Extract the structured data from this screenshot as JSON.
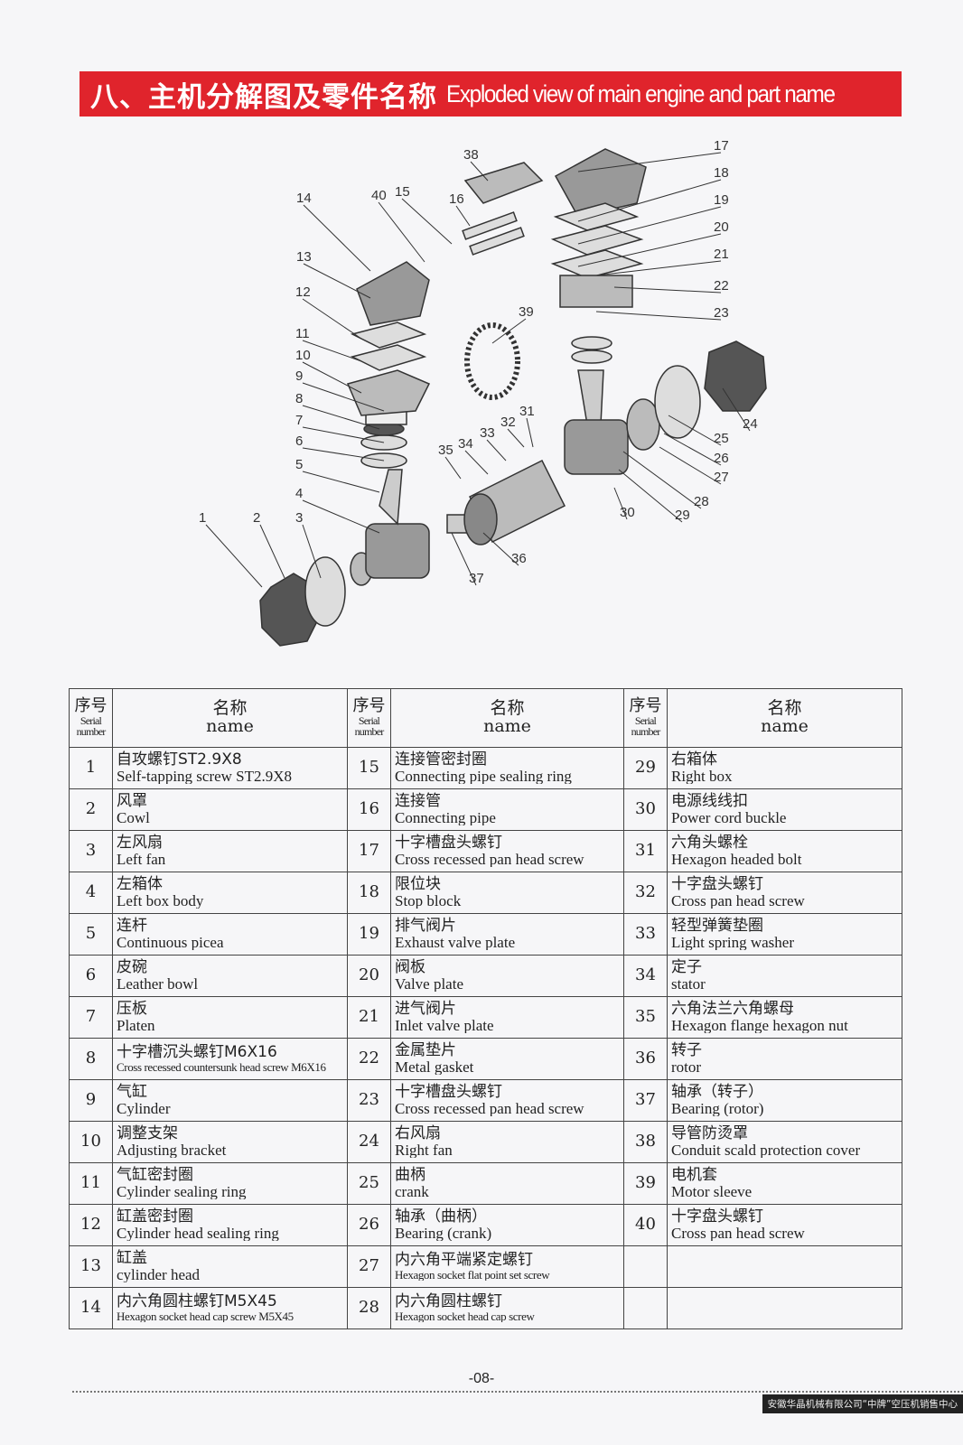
{
  "header": {
    "title_zh": "八、主机分解图及零件名称",
    "title_en": "Exploded view of main engine and part name"
  },
  "diagram": {
    "callouts": [
      "1",
      "2",
      "3",
      "4",
      "5",
      "6",
      "7",
      "8",
      "9",
      "10",
      "11",
      "12",
      "13",
      "14",
      "15",
      "16",
      "17",
      "18",
      "19",
      "20",
      "21",
      "22",
      "23",
      "24",
      "25",
      "26",
      "27",
      "28",
      "29",
      "30",
      "31",
      "32",
      "33",
      "34",
      "35",
      "36",
      "37",
      "38",
      "39",
      "40"
    ]
  },
  "table": {
    "header": {
      "serial_zh": "序号",
      "serial_en": "Serial number",
      "name_zh": "名称",
      "name_en": "name"
    },
    "parts": [
      {
        "no": "1",
        "zh": "自攻螺钉ST2.9X8",
        "en": "Self-tapping screw ST2.9X8"
      },
      {
        "no": "2",
        "zh": "风罩",
        "en": "Cowl"
      },
      {
        "no": "3",
        "zh": "左风扇",
        "en": "Left fan"
      },
      {
        "no": "4",
        "zh": "左箱体",
        "en": "Left box body"
      },
      {
        "no": "5",
        "zh": "连杆",
        "en": "Continuous picea"
      },
      {
        "no": "6",
        "zh": "皮碗",
        "en": "Leather bowl"
      },
      {
        "no": "7",
        "zh": "压板",
        "en": "Platen"
      },
      {
        "no": "8",
        "zh": "十字槽沉头螺钉M6X16",
        "en": "Cross recessed countersunk head screw M6X16"
      },
      {
        "no": "9",
        "zh": "气缸",
        "en": "Cylinder"
      },
      {
        "no": "10",
        "zh": "调整支架",
        "en": "Adjusting bracket"
      },
      {
        "no": "11",
        "zh": "气缸密封圈",
        "en": "Cylinder sealing ring"
      },
      {
        "no": "12",
        "zh": "缸盖密封圈",
        "en": "Cylinder head sealing ring"
      },
      {
        "no": "13",
        "zh": "缸盖",
        "en": "cylinder head"
      },
      {
        "no": "14",
        "zh": "内六角圆柱螺钉M5X45",
        "en": "Hexagon socket head cap screw M5X45"
      },
      {
        "no": "15",
        "zh": "连接管密封圈",
        "en": "Connecting pipe sealing ring"
      },
      {
        "no": "16",
        "zh": "连接管",
        "en": "Connecting pipe"
      },
      {
        "no": "17",
        "zh": "十字槽盘头螺钉",
        "en": "Cross recessed pan head screw"
      },
      {
        "no": "18",
        "zh": "限位块",
        "en": "Stop block"
      },
      {
        "no": "19",
        "zh": "排气阀片",
        "en": "Exhaust valve plate"
      },
      {
        "no": "20",
        "zh": "阀板",
        "en": "Valve plate"
      },
      {
        "no": "21",
        "zh": "进气阀片",
        "en": "Inlet valve plate"
      },
      {
        "no": "22",
        "zh": "金属垫片",
        "en": "Metal gasket"
      },
      {
        "no": "23",
        "zh": "十字槽盘头螺钉",
        "en": "Cross recessed pan head screw"
      },
      {
        "no": "24",
        "zh": "右风扇",
        "en": "Right fan"
      },
      {
        "no": "25",
        "zh": "曲柄",
        "en": "crank"
      },
      {
        "no": "26",
        "zh": "轴承（曲柄）",
        "en": "Bearing (crank)"
      },
      {
        "no": "27",
        "zh": "内六角平端紧定螺钉",
        "en": "Hexagon socket flat point set screw"
      },
      {
        "no": "28",
        "zh": "内六角圆柱螺钉",
        "en": "Hexagon socket head cap screw"
      },
      {
        "no": "29",
        "zh": "右箱体",
        "en": "Right box"
      },
      {
        "no": "30",
        "zh": "电源线线扣",
        "en": "Power cord buckle"
      },
      {
        "no": "31",
        "zh": "六角头螺栓",
        "en": "Hexagon headed bolt"
      },
      {
        "no": "32",
        "zh": "十字盘头螺钉",
        "en": "Cross pan head screw"
      },
      {
        "no": "33",
        "zh": "轻型弹簧垫圈",
        "en": "Light spring washer"
      },
      {
        "no": "34",
        "zh": "定子",
        "en": "stator"
      },
      {
        "no": "35",
        "zh": "六角法兰六角螺母",
        "en": "Hexagon flange hexagon nut"
      },
      {
        "no": "36",
        "zh": "转子",
        "en": "rotor"
      },
      {
        "no": "37",
        "zh": "轴承（转子）",
        "en": "Bearing (rotor)"
      },
      {
        "no": "38",
        "zh": "导管防烫罩",
        "en": "Conduit scald protection cover"
      },
      {
        "no": "39",
        "zh": "电机套",
        "en": "Motor sleeve"
      },
      {
        "no": "40",
        "zh": "十字盘头螺钉",
        "en": "Cross pan head screw"
      }
    ]
  },
  "footer": {
    "page": "-08-",
    "company": "安徽华晶机械有限公司“中牌”空压机销售中心"
  }
}
